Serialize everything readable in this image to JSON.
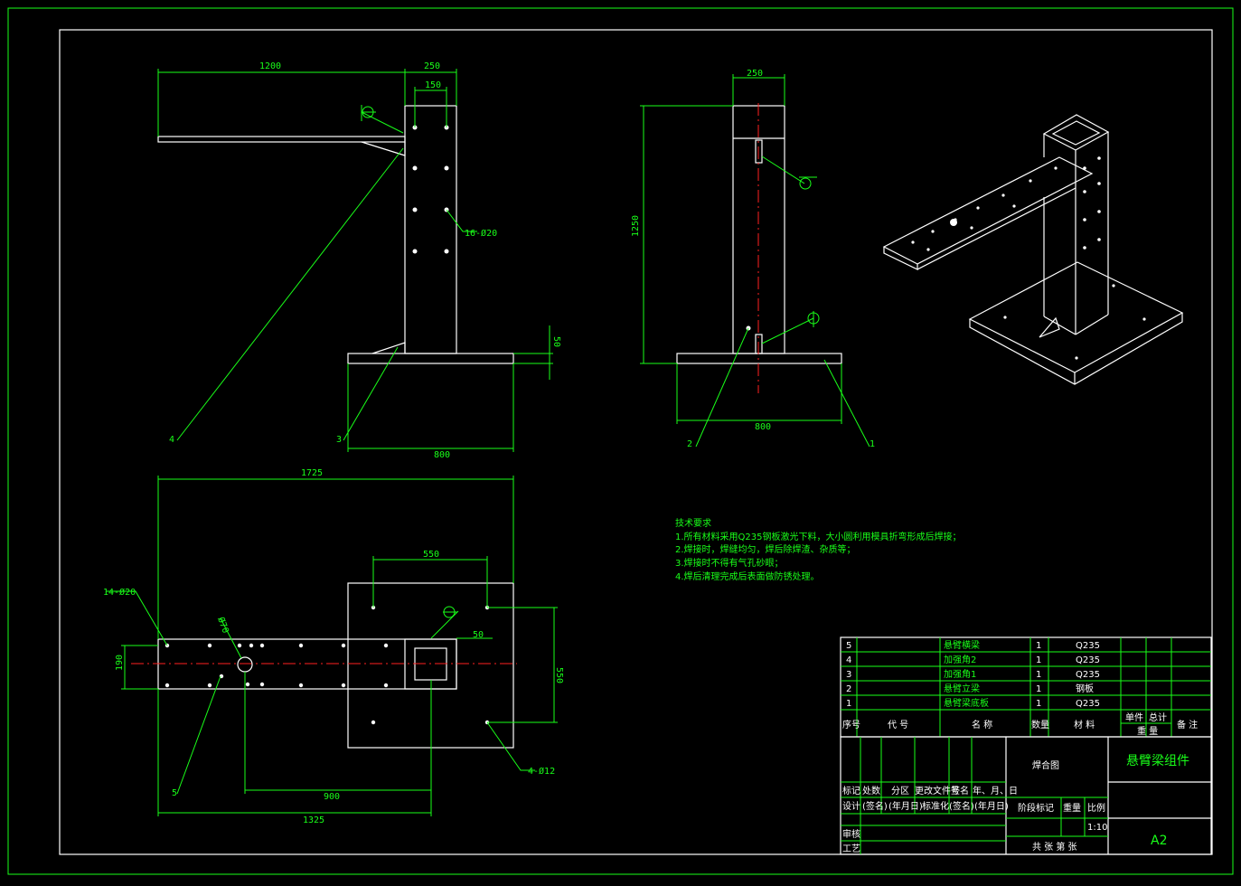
{
  "dims": {
    "front": [
      "1200",
      "250",
      "150",
      "16-Ø20",
      "50",
      "800"
    ],
    "side": [
      "250",
      "1250",
      "800"
    ],
    "top": [
      "1725",
      "550",
      "14-Ø20",
      "Ø70",
      "50",
      "190",
      "550",
      "900",
      "4-Ø12",
      "1325"
    ]
  },
  "callouts": {
    "front": [
      "4",
      "3"
    ],
    "side": [
      "2",
      "1"
    ],
    "top": [
      "5"
    ]
  },
  "notes": {
    "heading": "技术要求",
    "lines": [
      "1.所有材料采用Q235钢板激光下料，大小圆利用模具折弯形成后焊接；",
      "2.焊接时，焊缝均匀，焊后除焊渣、杂质等；",
      "3.焊接时不得有气孔砂眼；",
      "4.焊后清理完成后表面做防锈处理。"
    ]
  },
  "bom": {
    "rows": [
      {
        "no": "5",
        "name": "悬臂横梁",
        "qty": "1",
        "mat": "Q235"
      },
      {
        "no": "4",
        "name": "加强角2",
        "qty": "1",
        "mat": "Q235"
      },
      {
        "no": "3",
        "name": "加强角1",
        "qty": "1",
        "mat": "Q235"
      },
      {
        "no": "2",
        "name": "悬臂立梁",
        "qty": "1",
        "mat": "钢板"
      },
      {
        "no": "1",
        "name": "悬臂梁底板",
        "qty": "1",
        "mat": "Q235"
      }
    ],
    "header": {
      "no": "序号",
      "code": "代 号",
      "name": "名 称",
      "qty": "数量",
      "mat": "材 料",
      "unit": "单件",
      "total": "总计",
      "weight": "重 量",
      "remark": "备 注"
    }
  },
  "title_block": {
    "drawing_type": "焊合图",
    "title": "悬臂梁组件",
    "row_labels": [
      "标记",
      "处数",
      "分区",
      "更改文件号",
      "签名",
      "年、月、日"
    ],
    "design_row": [
      "设计",
      "(签名)",
      "(年月日)",
      "标准化",
      "(签名)",
      "(年月日)"
    ],
    "review": "审核",
    "process": "工艺",
    "stage_mark": "阶段标记",
    "weight": "重量",
    "scale": "比例",
    "scale_value": "1:10",
    "sheets": "共  张  第  张",
    "size": "A2"
  }
}
